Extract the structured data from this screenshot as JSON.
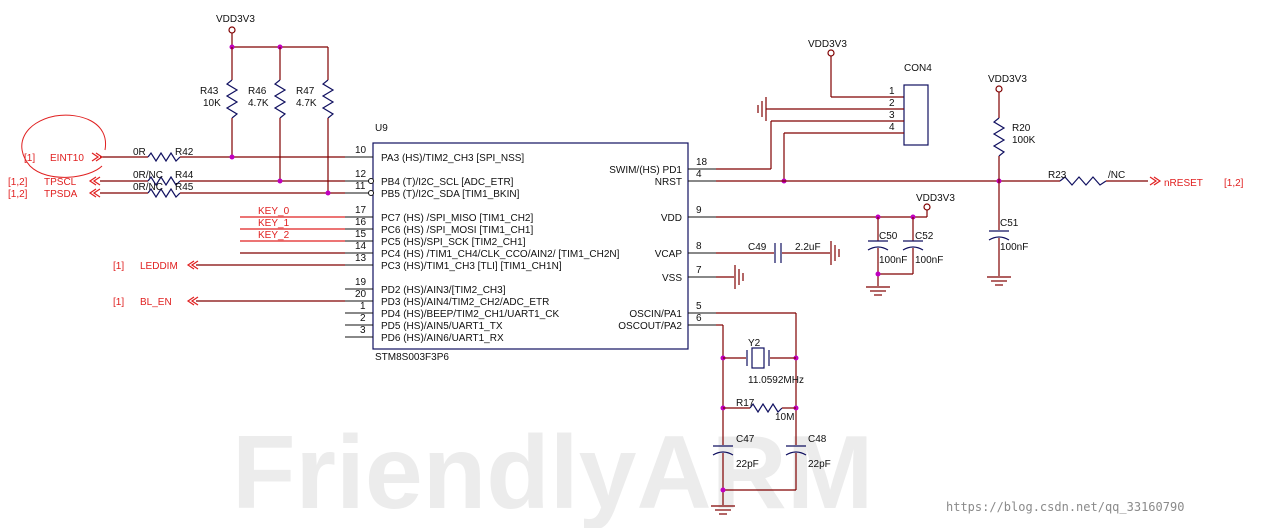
{
  "watermark": "FriendlyARM",
  "source_url": "https://blog.csdn.net/qq_33160790",
  "colors": {
    "wire": "#800000",
    "junction": "#c000c0",
    "net_label": "#e02020",
    "component": "#101060"
  },
  "power": {
    "vdd_a": "VDD3V3",
    "vdd_b": "VDD3V3",
    "vdd_c": "VDD3V3",
    "vdd_d": "VDD3V3"
  },
  "ic": {
    "ref": "U9",
    "part": "STM8S003F3P6",
    "left_pins": [
      {
        "num": "10",
        "name": "PA3 (HS)/TIM2_CH3 [SPI_NSS]"
      },
      {
        "num": "12",
        "name": "PB4 (T)/I2C_SCL [ADC_ETR]"
      },
      {
        "num": "11",
        "name": "PB5 (T)/I2C_SDA [TIM1_BKIN]"
      },
      {
        "num": "17",
        "name": "PC7 (HS) /SPI_MISO [TIM1_CH2]"
      },
      {
        "num": "16",
        "name": "PC6 (HS) /SPI_MOSI [TIM1_CH1]"
      },
      {
        "num": "15",
        "name": "PC5 (HS)/SPI_SCK [TIM2_CH1]"
      },
      {
        "num": "14",
        "name": "PC4 (HS) /TIM1_CH4/CLK_CCO/AIN2/ [TIM1_CH2N]"
      },
      {
        "num": "13",
        "name": "PC3 (HS)/TIM1_CH3 [TLI] [TIM1_CH1N]"
      },
      {
        "num": "19",
        "name": "PD2 (HS)/AIN3/[TIM2_CH3]"
      },
      {
        "num": "20",
        "name": "PD3 (HS)/AIN4/TIM2_CH2/ADC_ETR"
      },
      {
        "num": "1",
        "name": "PD4 (HS)/BEEP/TIM2_CH1/UART1_CK"
      },
      {
        "num": "2",
        "name": "PD5 (HS)/AIN5/UART1_TX"
      },
      {
        "num": "3",
        "name": "PD6 (HS)/AIN6/UART1_RX"
      }
    ],
    "right_pins": [
      {
        "num": "18",
        "name": "SWIM/(HS) PD1"
      },
      {
        "num": "4",
        "name": "NRST"
      },
      {
        "num": "9",
        "name": "VDD"
      },
      {
        "num": "8",
        "name": "VCAP"
      },
      {
        "num": "7",
        "name": "VSS"
      },
      {
        "num": "5",
        "name": "OSCIN/PA1"
      },
      {
        "num": "6",
        "name": "OSCOUT/PA2"
      }
    ]
  },
  "nets": {
    "eint10": {
      "sheet": "[1]",
      "name": "EINT10"
    },
    "tpscl": {
      "sheet": "[1,2]",
      "name": "TPSCL"
    },
    "tpsda": {
      "sheet": "[1,2]",
      "name": "TPSDA"
    },
    "leddim": {
      "sheet": "[1]",
      "name": "LEDDIM"
    },
    "bl_en": {
      "sheet": "[1]",
      "name": "BL_EN"
    },
    "nreset": {
      "sheet": "[1,2]",
      "name": "nRESET"
    },
    "key0": "KEY_0",
    "key1": "KEY_1",
    "key2": "KEY_2"
  },
  "components": {
    "r43": {
      "ref": "R43",
      "value": "10K"
    },
    "r46": {
      "ref": "R46",
      "value": "4.7K"
    },
    "r47": {
      "ref": "R47",
      "value": "4.7K"
    },
    "r42": {
      "ref": "R42",
      "value": "0R"
    },
    "r44": {
      "ref": "R44",
      "value": "0R/NC"
    },
    "r45": {
      "ref": "R45",
      "value": "0R/NC"
    },
    "con4": {
      "ref": "CON4",
      "pins": [
        "1",
        "2",
        "3",
        "4"
      ]
    },
    "r20": {
      "ref": "R20",
      "value": "100K"
    },
    "r23": {
      "ref": "R23",
      "value": "/NC"
    },
    "c51": {
      "ref": "C51",
      "value": "100nF"
    },
    "c50": {
      "ref": "C50",
      "value": "100nF"
    },
    "c52": {
      "ref": "C52",
      "value": "100nF"
    },
    "c49": {
      "ref": "C49",
      "value": "2.2uF"
    },
    "y2": {
      "ref": "Y2",
      "value": "11.0592MHz"
    },
    "r17": {
      "ref": "R17",
      "value": "10M"
    },
    "c47": {
      "ref": "C47",
      "value": "22pF"
    },
    "c48": {
      "ref": "C48",
      "value": "22pF"
    }
  }
}
